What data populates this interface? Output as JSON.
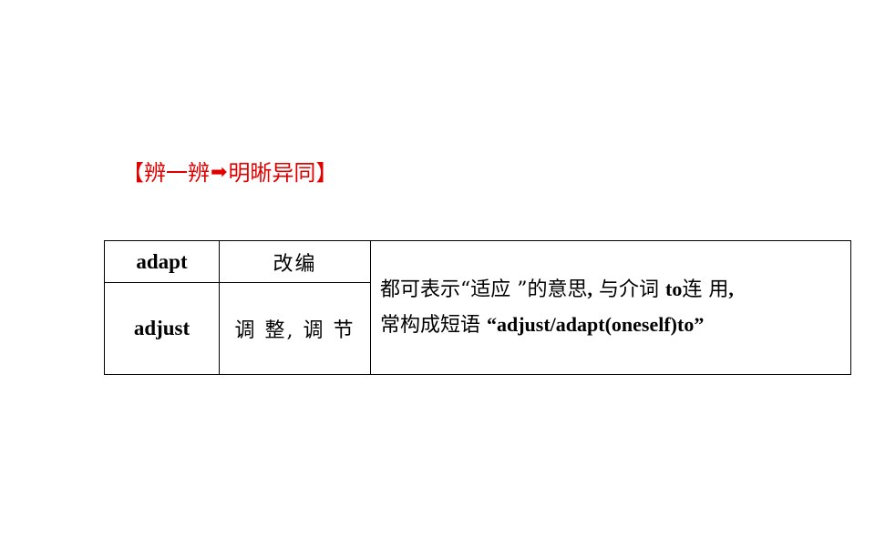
{
  "heading": {
    "open_bracket": "【",
    "part1": "辨一辨",
    "arrow": "➡",
    "part2": "明晰异同",
    "close_bracket": "】",
    "color": "#e00000"
  },
  "table": {
    "rows": [
      {
        "word": "adapt",
        "meaning": "改编"
      },
      {
        "word": "adjust",
        "meaning": "调 整, 调 节"
      }
    ],
    "note": {
      "line1_pre": "都可表示“适应 ”的意思",
      "line1_comma": ",",
      "line1_mid": " 与介词 ",
      "line1_to": "to",
      "line1_post": "连 用",
      "line1_end": ",",
      "line2_pre": "常构成短语 ",
      "line2_phrase": "“adjust/adapt(oneself)to”"
    }
  }
}
